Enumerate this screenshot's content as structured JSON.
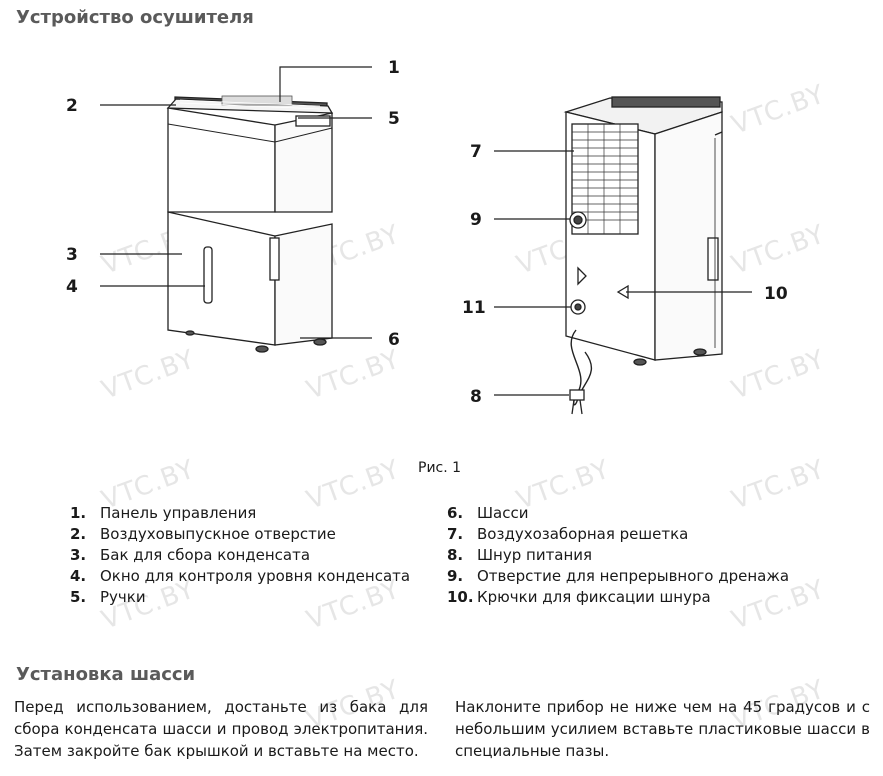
{
  "headings": {
    "device": "Устройство осушителя",
    "chassis": "Установка шасси"
  },
  "watermark": "VTC.BY",
  "figure": {
    "caption": "Рис. 1",
    "callouts": [
      "1",
      "2",
      "3",
      "4",
      "5",
      "6",
      "7",
      "8",
      "9",
      "10",
      "11"
    ]
  },
  "legend": {
    "left": [
      {
        "num": "1.",
        "text": "Панель управления"
      },
      {
        "num": "2.",
        "text": "Воздуховыпускное отверстие"
      },
      {
        "num": "3.",
        "text": "Бак для сбора конденсата"
      },
      {
        "num": "4.",
        "text": "Окно для контроля уровня конденсата"
      },
      {
        "num": "5.",
        "text": "Ручки"
      }
    ],
    "right": [
      {
        "num": "6.",
        "text": "Шасси"
      },
      {
        "num": "7.",
        "text": "Воздухозаборная решетка"
      },
      {
        "num": "8.",
        "text": "Шнур питания"
      },
      {
        "num": "9.",
        "text": "Отверстие для непрерывного дренажа"
      },
      {
        "num": "10.",
        "text": "Крючки для фиксации шнура"
      }
    ]
  },
  "paragraphs": {
    "left": "Перед использованием, достаньте из бака для сбора конденсата шасси и провод электропитания. Затем закройте бак крышкой и вставьте на место.",
    "right": "Наклоните прибор не ниже чем на 45 градусов и с небольшим усилием вставьте пластиковые шасси в специальные пазы."
  }
}
